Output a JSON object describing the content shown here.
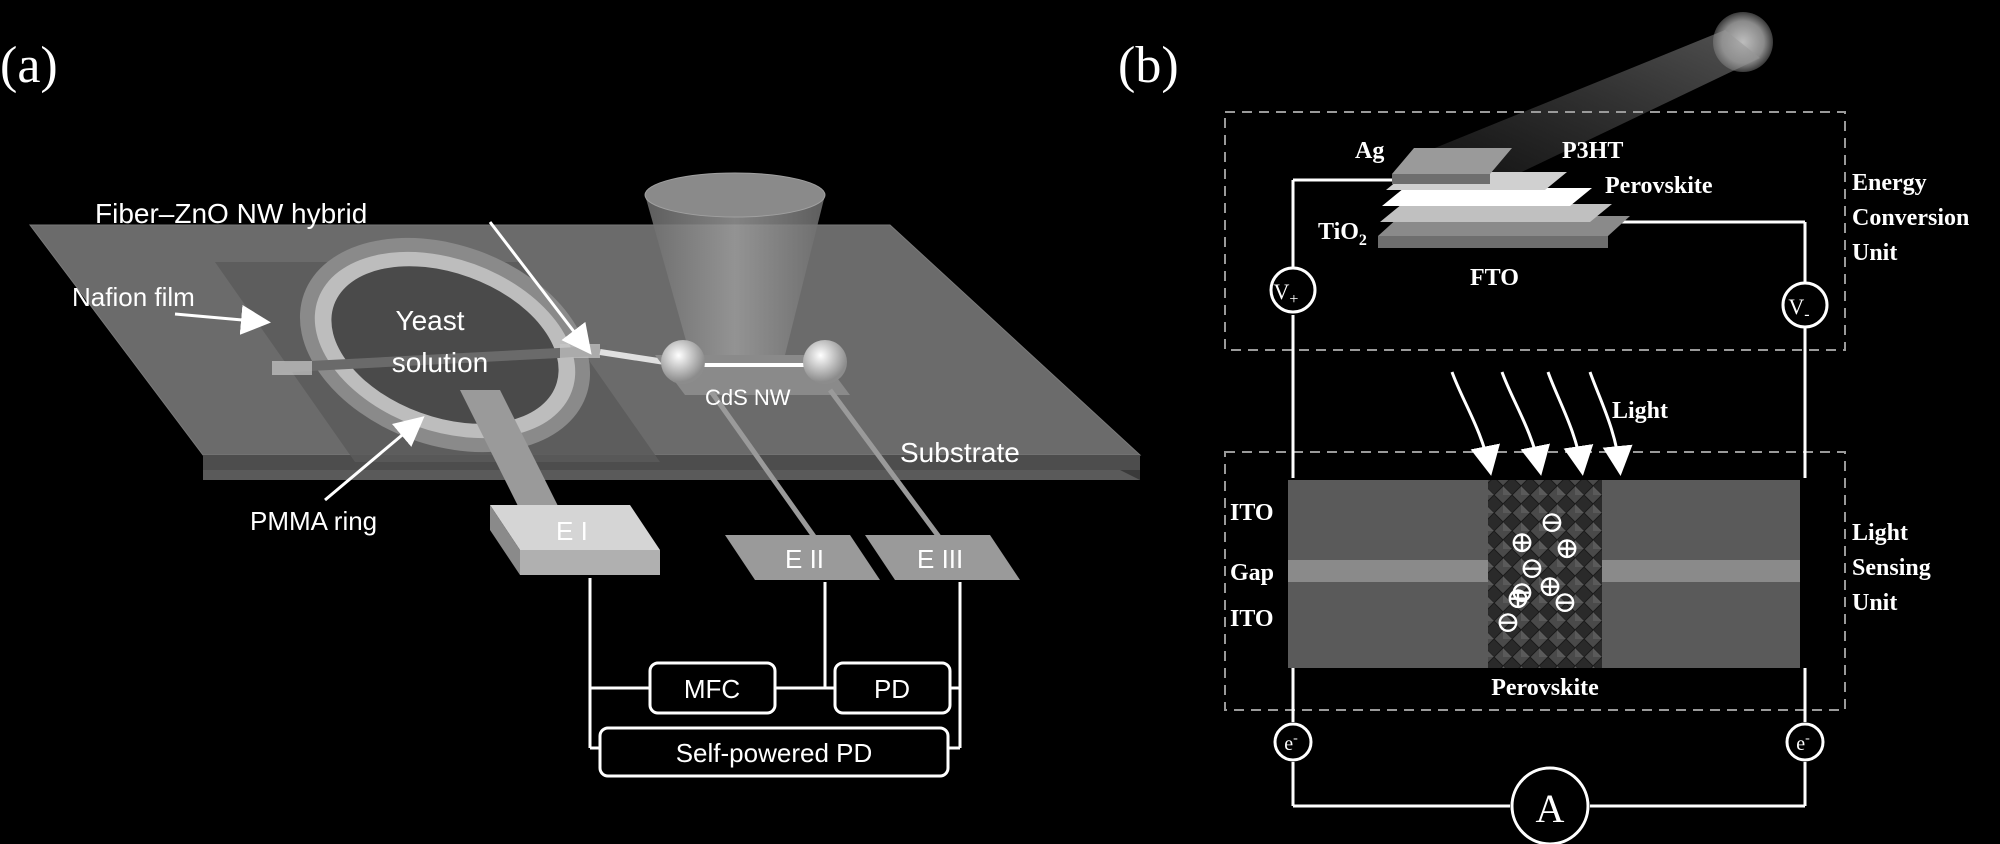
{
  "panel_a": {
    "label": "(a)",
    "fiber_label": "Fiber–ZnO NW hybrid",
    "nafion_label": "Nafion film",
    "yeast_label_1": "Yeast",
    "yeast_label_2": "solution",
    "cds_label": "CdS NW",
    "substrate_label": "Substrate",
    "pmma_label": "PMMA  ring",
    "e1_label": "E I",
    "e2_label": "E II",
    "e3_label": "E III",
    "mfc_label": "MFC",
    "pd_label": "PD",
    "self_powered_label": "Self-powered PD"
  },
  "panel_b": {
    "label": "(b)",
    "ag_label": "Ag",
    "p3ht_label": "P3HT",
    "perovskite_top_label": "Perovskite",
    "tio2_label": "TiO",
    "tio2_sub": "2",
    "fto_label": "FTO",
    "vplus_label": "V",
    "vplus_sub": "+",
    "vminus_label": "V",
    "vminus_sub": "-",
    "energy_label_1": "Energy",
    "energy_label_2": "Conversion",
    "energy_label_3": "Unit",
    "light_label": "Light",
    "ito_top_label": "ITO",
    "gap_label": "Gap",
    "ito_bottom_label": "ITO",
    "light_sensing_1": "Light",
    "light_sensing_2": "Sensing",
    "light_sensing_3": "Unit",
    "perovskite_bottom_label": "Perovskite",
    "electron_label": "e",
    "electron_sup": "-",
    "ammeter_label": "A",
    "plus_symbol": "⊕",
    "minus_symbol": "⊖"
  }
}
